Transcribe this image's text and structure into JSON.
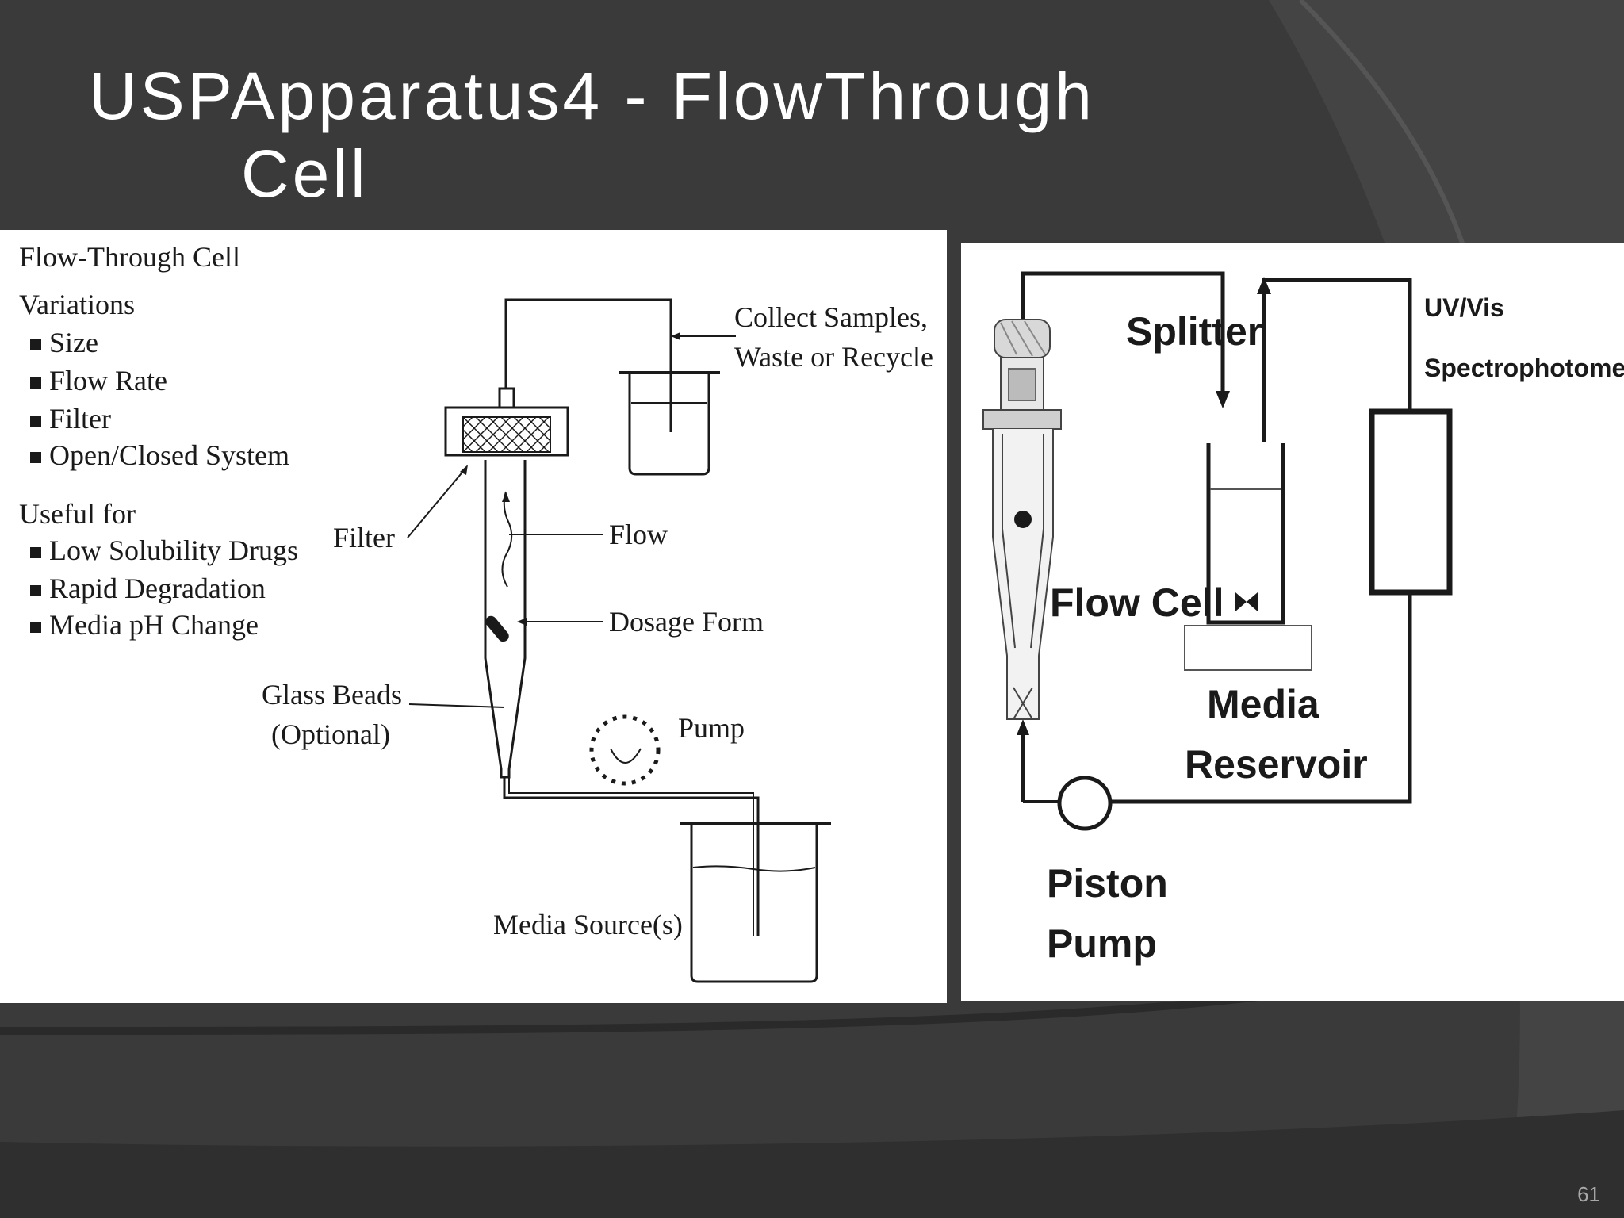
{
  "slide": {
    "title_line1": "USPApparatus4 - FlowThrough",
    "title_line2": "Cell",
    "page_number": "61"
  },
  "left_diagram": {
    "heading": "Flow-Through Cell",
    "variations_heading": "Variations",
    "variations": [
      "Size",
      "Flow Rate",
      "Filter",
      "Open/Closed System"
    ],
    "useful_heading": "Useful for",
    "useful": [
      "Low Solubility Drugs",
      "Rapid Degradation",
      "Media pH Change"
    ],
    "labels": {
      "collect_line1": "Collect Samples,",
      "collect_line2": "Waste or Recycle",
      "filter": "Filter",
      "flow": "Flow",
      "dosage_form": "Dosage Form",
      "glass_beads_line1": "Glass Beads",
      "glass_beads_line2": "(Optional)",
      "pump": "Pump",
      "media_source": "Media Source(s)"
    }
  },
  "right_diagram": {
    "labels": {
      "splitter": "Splitter",
      "uvvis_line1": "UV/Vis",
      "uvvis_line2": "Spectrophotometer",
      "flow_cell": "Flow Cell",
      "media_line1": "Media",
      "media_line2": "Reservoir",
      "piston_line1": "Piston",
      "piston_line2": "Pump"
    }
  },
  "colors": {
    "background": "#3a3a3a",
    "title": "#ffffff",
    "panel": "#ffffff",
    "ink": "#1a1a1a"
  }
}
